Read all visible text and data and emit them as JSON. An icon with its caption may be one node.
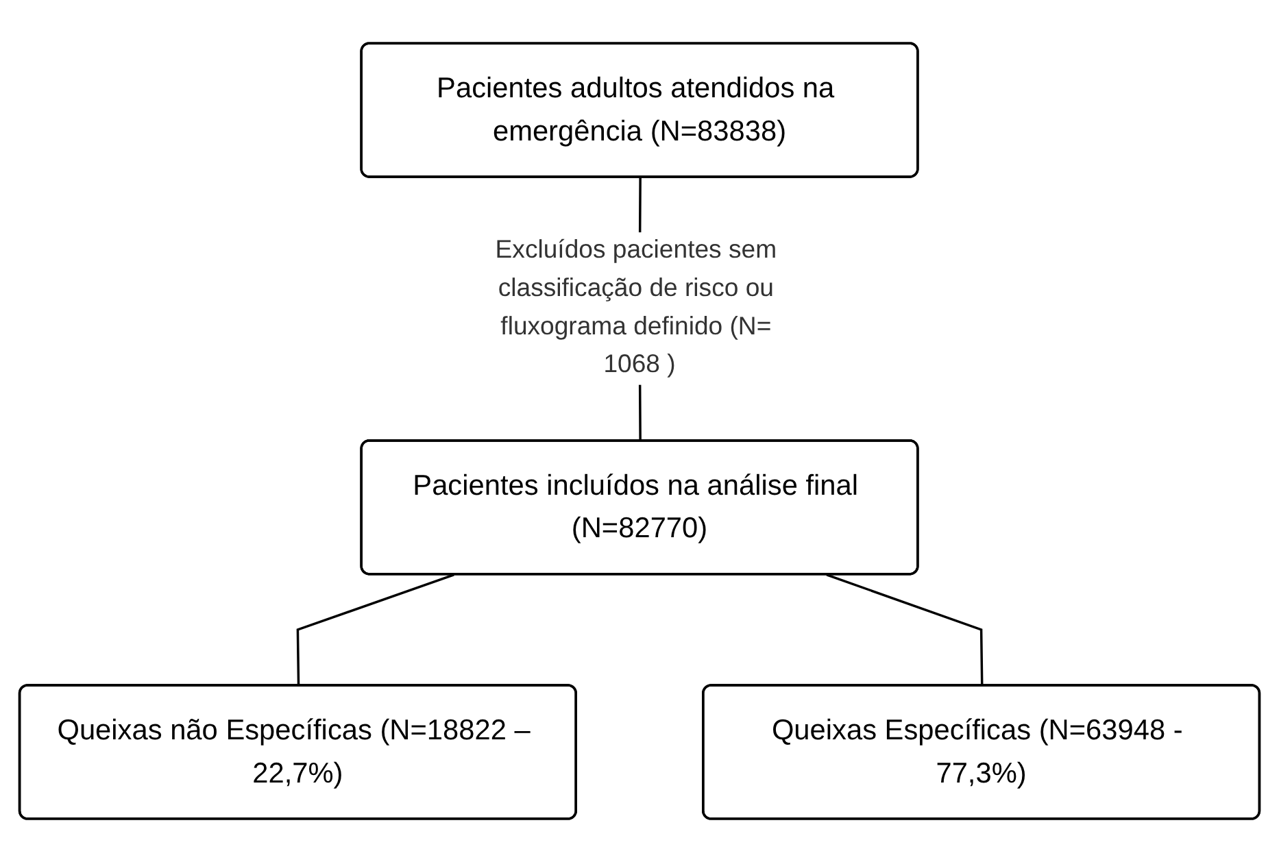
{
  "diagram": {
    "nodes": [
      {
        "text": [
          "Pacientes adultos atendidos na emergência (N=83838)"
        ]
      },
      {
        "text": [
          "Pacientes incluídos na análise final (N=82770)"
        ]
      },
      {
        "text": [
          "Queixas não Específicas (N=18822 – 22,7%)"
        ]
      },
      {
        "text": [
          "Queixas Específicas (N=63948 - 77,3%)"
        ]
      }
    ],
    "edges": [
      {
        "from": 0,
        "to": 1,
        "arrow": "none",
        "label": "Excluídos pacientes sem classificação de risco ou fluxograma definido (N= 1068 )"
      },
      {
        "from": 1,
        "to": 2,
        "arrow": "none"
      },
      {
        "from": 1,
        "to": 3,
        "arrow": "none"
      }
    ]
  }
}
